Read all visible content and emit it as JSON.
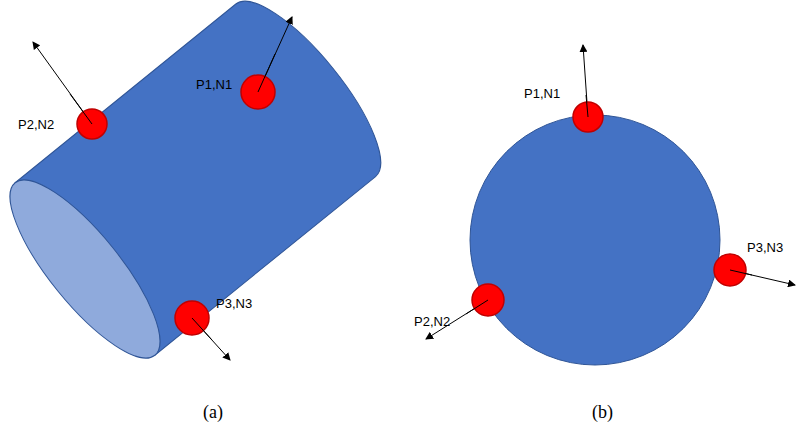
{
  "diagram": {
    "labels": [
      "P1,N1",
      "P2,N2",
      "P3,N3",
      "P1,N1",
      "P2,N2",
      "P3,N3",
      "(a)",
      "(b)"
    ]
  }
}
